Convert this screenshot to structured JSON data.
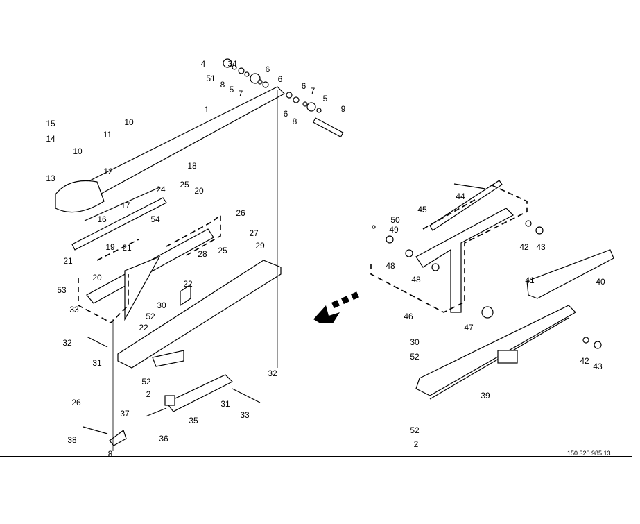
{
  "diagram": {
    "drawing_number": "150 320 985 13",
    "left_assembly_labels": [
      "4",
      "34",
      "51",
      "8",
      "5",
      "6",
      "6",
      "7",
      "6",
      "7",
      "6",
      "5",
      "8",
      "9",
      "1",
      "10",
      "11",
      "15",
      "14",
      "13",
      "10",
      "12",
      "18",
      "24",
      "25",
      "20",
      "17",
      "54",
      "16",
      "19",
      "21",
      "21",
      "26",
      "27",
      "25",
      "28",
      "29",
      "20",
      "53",
      "22",
      "30",
      "52",
      "22",
      "33",
      "32",
      "31",
      "52",
      "2",
      "32",
      "31",
      "33",
      "35",
      "36",
      "26",
      "37",
      "38",
      "8"
    ],
    "right_assembly_labels": [
      "44",
      "45",
      "50",
      "49",
      "42",
      "43",
      "48",
      "48",
      "41",
      "40",
      "46",
      "47",
      "30",
      "52",
      "39",
      "42",
      "43",
      "52",
      "2"
    ],
    "direction_arrow": "arrow-down-left"
  }
}
